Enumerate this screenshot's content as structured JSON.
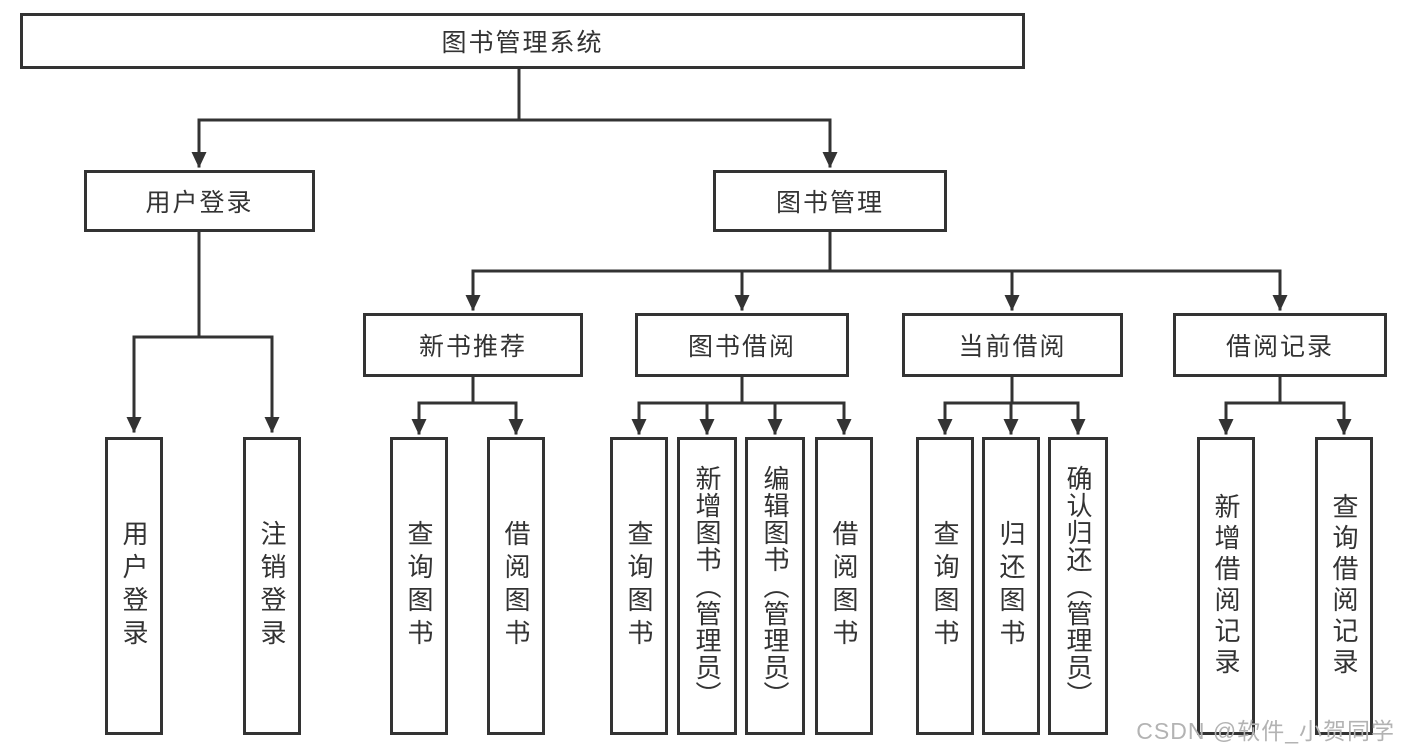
{
  "diagram": {
    "root": {
      "label": "图书管理系统"
    },
    "level1": [
      {
        "label": "用户登录"
      },
      {
        "label": "图书管理"
      }
    ],
    "login_children": [
      {
        "label": "用户登录"
      },
      {
        "label": "注销登录"
      }
    ],
    "sections": [
      {
        "label": "新书推荐",
        "children": [
          {
            "label": "查询图书"
          },
          {
            "label": "借阅图书"
          }
        ]
      },
      {
        "label": "图书借阅",
        "children": [
          {
            "label": "查询图书"
          },
          {
            "label": "新增图书（管理员）"
          },
          {
            "label": "编辑图书（管理员）"
          },
          {
            "label": "借阅图书"
          }
        ]
      },
      {
        "label": "当前借阅",
        "children": [
          {
            "label": "查询图书"
          },
          {
            "label": "归还图书"
          },
          {
            "label": "确认归还（管理员）"
          }
        ]
      },
      {
        "label": "借阅记录",
        "children": [
          {
            "label": "新增借阅记录"
          },
          {
            "label": "查询借阅记录"
          }
        ]
      }
    ]
  },
  "watermark": {
    "text": "CSDN @软件_小贺同学"
  },
  "colors": {
    "line": "#333333",
    "box_border": "#333333",
    "box_fill": "#ffffff",
    "text": "#333333",
    "watermark": "#b3b3b3"
  }
}
